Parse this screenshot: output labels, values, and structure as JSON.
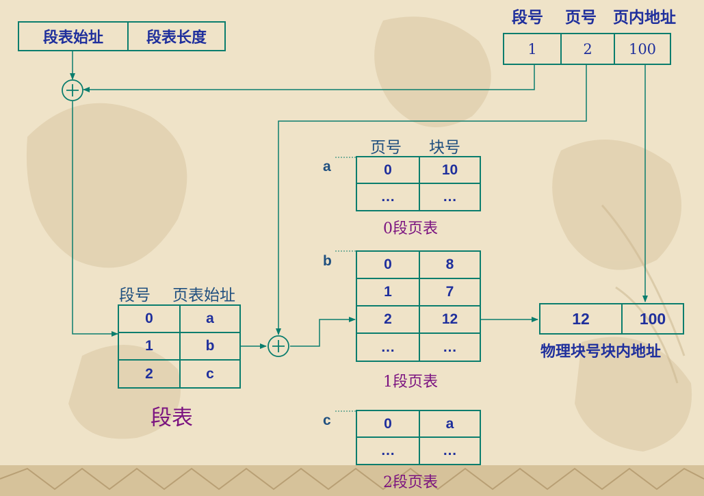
{
  "segment_register": {
    "base_label": "段表始址",
    "length_label": "段表长度"
  },
  "logical_address": {
    "headers": [
      "段号",
      "页号",
      "页内地址"
    ],
    "values": [
      "1",
      "2",
      "100"
    ]
  },
  "segment_table": {
    "headers": [
      "段号",
      "页表始址"
    ],
    "rows": [
      [
        "0",
        "a"
      ],
      [
        "1",
        "b"
      ],
      [
        "2",
        "c"
      ]
    ],
    "caption": "段表"
  },
  "page_tables": [
    {
      "tag": "a",
      "headers": [
        "页号",
        "块号"
      ],
      "rows": [
        [
          "0",
          "10"
        ],
        [
          "…",
          "…"
        ]
      ],
      "caption": "0段页表"
    },
    {
      "tag": "b",
      "rows": [
        [
          "0",
          "8"
        ],
        [
          "1",
          "7"
        ],
        [
          "2",
          "12"
        ],
        [
          "…",
          "…"
        ]
      ],
      "caption": "1段页表"
    },
    {
      "tag": "c",
      "rows": [
        [
          "0",
          "a"
        ],
        [
          "…",
          "…"
        ]
      ],
      "caption": "2段页表"
    }
  ],
  "physical_address": {
    "values": [
      "12",
      "100"
    ],
    "caption": "物理块号块内地址"
  },
  "colors": {
    "line": "#0a7d6d",
    "text": "#1f2f9c",
    "caption": "#7b1380",
    "background": "#efe3c8"
  },
  "icons": [
    "adder-icon",
    "adder-icon"
  ]
}
